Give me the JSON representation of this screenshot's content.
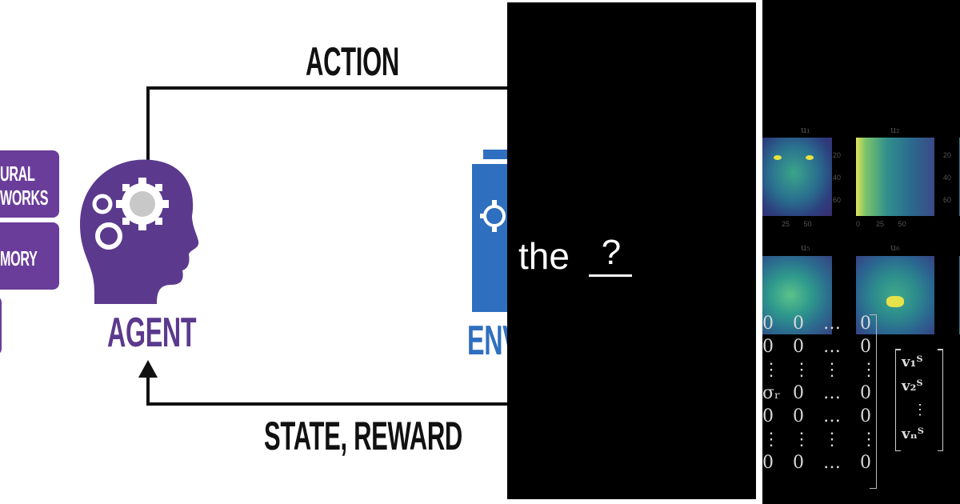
{
  "left_panel": {
    "labels": {
      "action": "ACTION",
      "state_reward": "STATE, REWARD",
      "agent": "AGENT",
      "env_partial": "ENV"
    },
    "purple_boxes": [
      {
        "line1": "URAL",
        "line2": "WORKS"
      },
      {
        "line1": "MORY",
        "line2": ""
      },
      {
        "line1": "",
        "line2": ""
      }
    ],
    "colors": {
      "agent": "#5b3a8e",
      "env": "#2f6fbf",
      "line": "#111111",
      "box": "#6a3d9a"
    }
  },
  "middle_panel": {
    "text_prefix": "the",
    "blank": "?"
  },
  "right_panel": {
    "face_titles": [
      "u₁",
      "u₂",
      "u₅",
      "u₆"
    ],
    "tick_x": [
      "0",
      "25",
      "50"
    ],
    "tick_y": [
      "20",
      "40",
      "60"
    ],
    "matrix_rows": [
      [
        "0",
        "0",
        "…",
        "0"
      ],
      [
        "0",
        "0",
        "…",
        "0"
      ],
      [
        "⋮",
        "⋮",
        "⋮",
        "⋮"
      ],
      [
        "σᵣ",
        "0",
        "…",
        "0"
      ],
      [
        "0",
        "0",
        "…",
        "0"
      ],
      [
        "⋮",
        "⋮",
        "⋮",
        "⋮"
      ],
      [
        "0",
        "0",
        "…",
        "0"
      ]
    ],
    "vectors": [
      "v₁ᵀ",
      "v₂ᵀ",
      "⋮",
      "vₙᵀ"
    ]
  }
}
